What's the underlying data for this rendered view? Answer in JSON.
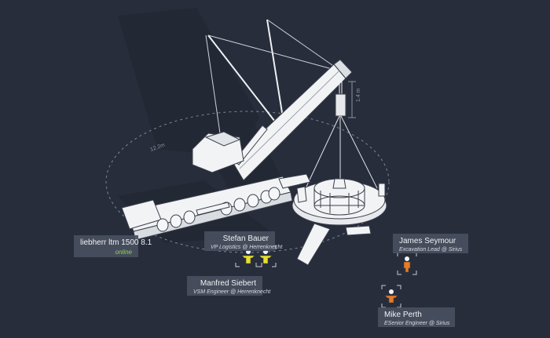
{
  "colors": {
    "background": "#272d3b",
    "card": "#484f5e",
    "text": "#f0f2f5",
    "online": "#8fd14f",
    "vest_yellow": "#e8e02a",
    "vest_orange": "#ea7a22",
    "crane_fill": "#f2f3f5",
    "crane_stroke": "#3a3f4a"
  },
  "crane": {
    "model": "liebherr ltm 1500 8.1",
    "status": "online"
  },
  "dimensions": {
    "hook_height": "1.4 m",
    "radius": "12.2m"
  },
  "workers": [
    {
      "name": "Stefan Bauer",
      "role": "VP Logistics @ Herrenknecht",
      "vest": "yellow-vest-icon"
    },
    {
      "name": "Manfred Siebert",
      "role": "VSM Engineer @ Herrenknecht",
      "vest": "yellow-vest-icon"
    },
    {
      "name": "James Seymour",
      "role": "Excavation Lead @ Sirius",
      "vest": "orange-vest-icon"
    },
    {
      "name": "Mike Perth",
      "role": "ESenior Engineer @ Sirius",
      "vest": "orange-vest-icon"
    }
  ]
}
